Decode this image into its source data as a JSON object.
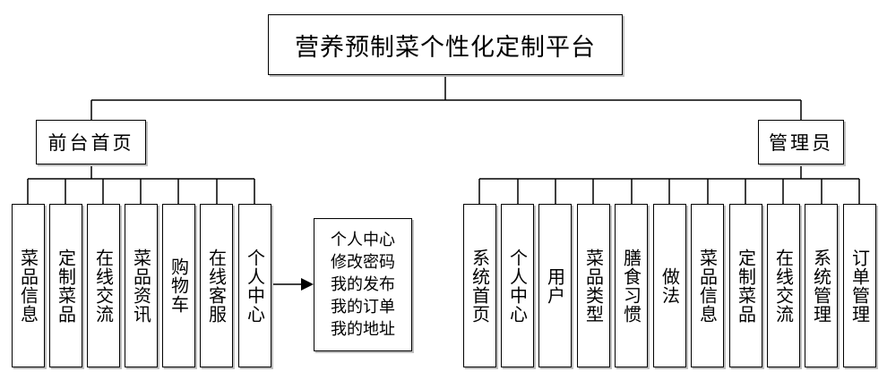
{
  "title": "营养预制菜个性化定制平台",
  "front": {
    "label": "前台首页",
    "items": [
      "菜品信息",
      "定制菜品",
      "在线交流",
      "菜品资讯",
      "购物车",
      "在线客服",
      "个人中心"
    ]
  },
  "admin": {
    "label": "管理员",
    "items": [
      "系统首页",
      "个人中心",
      "用户",
      "菜品类型",
      "膳食习惯",
      "做法",
      "菜品信息",
      "定制菜品",
      "在线交流",
      "系统管理",
      "订单管理"
    ]
  },
  "personal_center_detail": [
    "个人中心",
    "修改密码",
    "我的发布",
    "我的订单",
    "我的地址"
  ]
}
